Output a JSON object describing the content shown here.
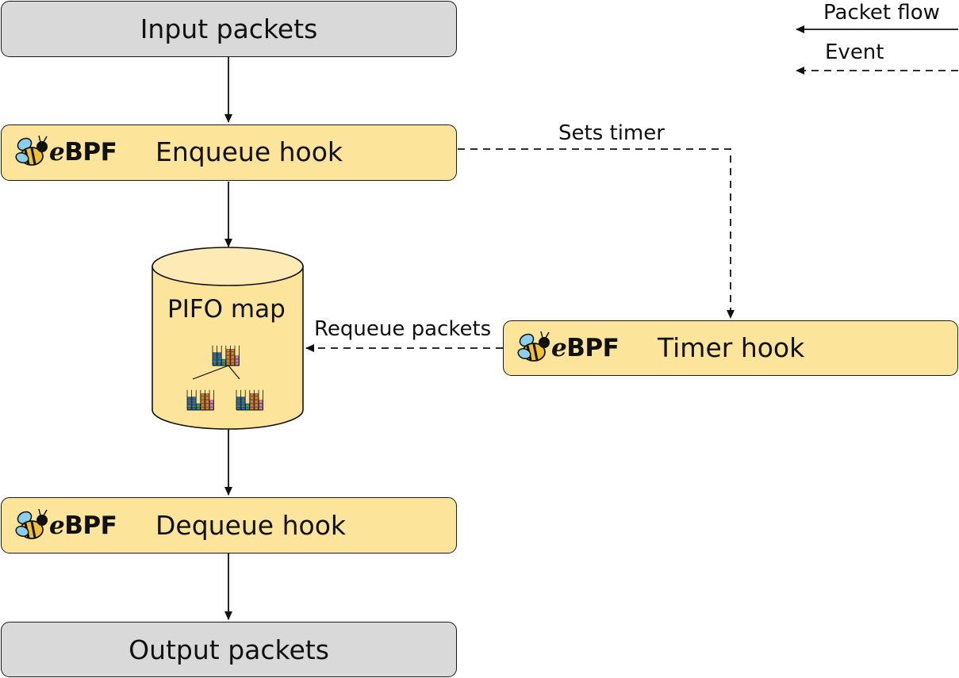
{
  "nodes": {
    "input": "Input packets",
    "enqueue": "Enqueue hook",
    "pifo": "PIFO map",
    "timer": "Timer hook",
    "dequeue": "Dequeue hook",
    "output": "Output packets"
  },
  "logo": {
    "e": "e",
    "bpf": "BPF"
  },
  "edges": {
    "sets_timer": "Sets timer",
    "requeue": "Requeue packets"
  },
  "legend": {
    "packet_flow": "Packet flow",
    "event": "Event"
  },
  "colors": {
    "gray_box": "#d9d9d9",
    "yellow_box": "#fde49b",
    "cylinder": "#fde49b",
    "blue": "#1f6fa8",
    "orange": "#e07b1f",
    "green": "#1a9a78",
    "pink": "#d07fc6"
  }
}
